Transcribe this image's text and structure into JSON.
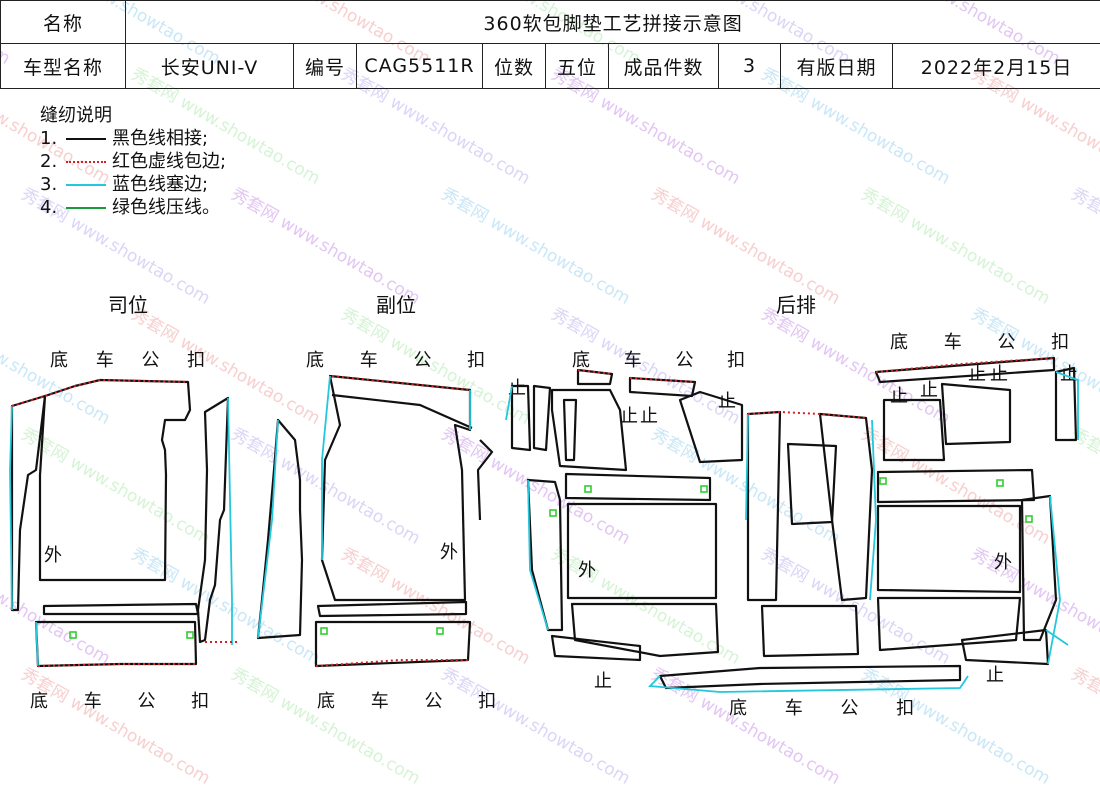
{
  "header": {
    "name_label": "名称",
    "title": "360软包脚垫工艺拼接示意图",
    "model_label": "车型名称",
    "model_value": "长安UNI-V",
    "code_label": "编号",
    "code_value": "CAG5511R",
    "seats_label": "位数",
    "seats_value": "五位",
    "pieces_label": "成品件数",
    "pieces_value": "3",
    "date_label": "有版日期",
    "date_value": "2022年2月15日"
  },
  "legend": {
    "title": "缝纫说明",
    "items": [
      {
        "num": "1.",
        "text": "黑色线相接;",
        "color": "#111111",
        "style": "solid"
      },
      {
        "num": "2.",
        "text": "红色虚线包边;",
        "color": "#d42020",
        "style": "dotted"
      },
      {
        "num": "3.",
        "text": "蓝色线塞边;",
        "color": "#22c8dc",
        "style": "solid"
      },
      {
        "num": "4.",
        "text": "绿色线压线。",
        "color": "#1a9a3a",
        "style": "solid"
      }
    ]
  },
  "sections": {
    "driver": "司位",
    "passenger": "副位",
    "rear": "后排"
  },
  "piece_labels": {
    "clip": "底 车 公 扣",
    "outer": "外",
    "stop": "止"
  },
  "watermark": {
    "brand": "秀套网",
    "site": "www.showtao.com"
  },
  "colors": {
    "black_line": "#111111",
    "red_dotted": "#d42020",
    "blue_line": "#22c8dc",
    "green_mark": "#33cc33"
  }
}
